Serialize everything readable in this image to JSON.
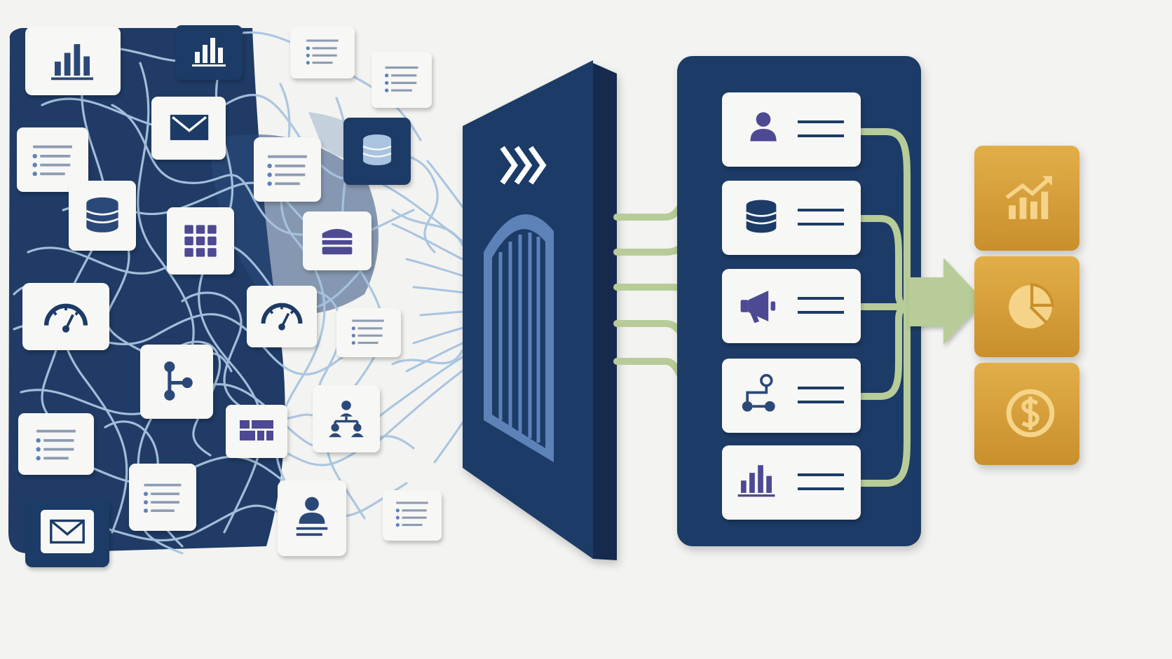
{
  "colors": {
    "navy": "#1f3b66",
    "navy_dark": "#162c4f",
    "card": "#f7f7f5",
    "icon_navy": "#2a4878",
    "icon_purple": "#4e4a93",
    "icon_blue": "#5b82b8",
    "wire": "#a8c4e0",
    "green": "#b7cc98",
    "green_dark": "#9fb87f",
    "gold": "#d9a33d",
    "gold_light": "#f5d48a",
    "background": "#f3f3f1"
  },
  "sources": {
    "tiles": [
      {
        "id": "chart-tile",
        "icon": "bar-chart-icon"
      },
      {
        "id": "dark-chart-tile",
        "icon": "bar-chart-icon"
      },
      {
        "id": "list-tile-top",
        "icon": "list-icon"
      },
      {
        "id": "list-tile-top-right",
        "icon": "list-icon"
      },
      {
        "id": "mail-tile",
        "icon": "mail-icon"
      },
      {
        "id": "list-tile-left",
        "icon": "list-icon"
      },
      {
        "id": "list-tile-center",
        "icon": "list-icon"
      },
      {
        "id": "dark-database-tile",
        "icon": "database-icon"
      },
      {
        "id": "database-tile",
        "icon": "database-icon"
      },
      {
        "id": "grid-tile",
        "icon": "grid-icon"
      },
      {
        "id": "server-tile",
        "icon": "server-icon"
      },
      {
        "id": "gauge-tile-left",
        "icon": "gauge-icon"
      },
      {
        "id": "gauge-tile-center",
        "icon": "gauge-icon"
      },
      {
        "id": "list-tile-mid-right",
        "icon": "list-icon"
      },
      {
        "id": "network-tile",
        "icon": "network-icon"
      },
      {
        "id": "list-tile-lower-left",
        "icon": "list-icon"
      },
      {
        "id": "layout-tile",
        "icon": "layout-icon"
      },
      {
        "id": "org-tile",
        "icon": "org-chart-icon"
      },
      {
        "id": "list-tile-bottom",
        "icon": "list-icon"
      },
      {
        "id": "person-tile",
        "icon": "user-icon"
      },
      {
        "id": "list-tile-bottom-right",
        "icon": "list-icon"
      },
      {
        "id": "dark-mail-tile",
        "icon": "mail-icon"
      }
    ]
  },
  "gateway": {
    "icon": "chevrons-right-icon",
    "opening": "arched-gate"
  },
  "organized": {
    "rows": [
      {
        "id": "row-user",
        "icon": "user-icon"
      },
      {
        "id": "row-database",
        "icon": "database-icon"
      },
      {
        "id": "row-megaphone",
        "icon": "megaphone-icon"
      },
      {
        "id": "row-workflow",
        "icon": "workflow-icon"
      },
      {
        "id": "row-chart",
        "icon": "bar-chart-icon"
      }
    ]
  },
  "output_arrow": {
    "icon": "arrow-right-icon"
  },
  "outcomes": {
    "blocks": [
      {
        "id": "growth",
        "icon": "growth-chart-icon"
      },
      {
        "id": "pie",
        "icon": "pie-chart-icon"
      },
      {
        "id": "revenue",
        "icon": "dollar-icon"
      }
    ]
  }
}
